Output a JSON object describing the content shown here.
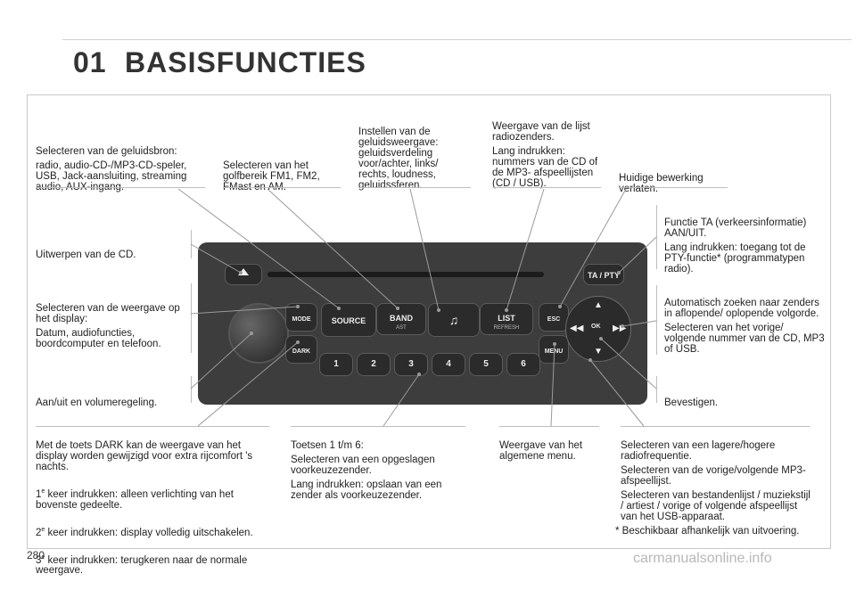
{
  "header": {
    "chapter": "01",
    "title": "BASISFUNCTIES"
  },
  "page_number": "280",
  "footnote": "* Beschikbaar afhankelijk van uitvoering.",
  "watermark": "carmanualsonline.info",
  "callouts": {
    "source": {
      "p1": "Selecteren van de geluidsbron:",
      "p2": "radio, audio-CD-/MP3-CD-speler, USB, Jack-aansluiting, streaming audio, AUX-ingang."
    },
    "band": {
      "p1": "Selecteren van het golfbereik FM1, FM2, FMast en AM."
    },
    "sound": {
      "p1": "Instellen van de geluidsweergave: geluidsverdeling voor/achter, links/ rechts, loudness, geluidssferen."
    },
    "list": {
      "p1": "Weergave van de lijst radiozenders.",
      "p2": "Lang indrukken: nummers van de CD of de MP3- afspeellijsten (CD / USB)."
    },
    "esc": {
      "p1": "Huidige bewerking verlaten."
    },
    "ta": {
      "p1": "Functie TA (verkeersinformatie) AAN/UIT.",
      "p2": "Lang indrukken: toegang tot de PTY-functie* (programmatypen radio)."
    },
    "eject": {
      "p1": "Uitwerpen van de CD."
    },
    "mode": {
      "p1": "Selecteren van de weergave op het display:",
      "p2": "Datum, audiofuncties, boordcomputer en telefoon."
    },
    "search": {
      "p1": "Automatisch zoeken naar zenders in aflopende/ oplopende volgorde.",
      "p2": "Selecteren van het vorige/ volgende nummer van de CD, MP3 of USB."
    },
    "power": {
      "p1": "Aan/uit en volumeregeling."
    },
    "ok": {
      "p1": "Bevestigen."
    },
    "dark": {
      "p1": "Met de toets DARK kan de weergave van het display worden gewijzigd voor extra rijcomfort 's nachts.",
      "p2a": "1",
      "p2b": "e",
      "p2c": " keer indrukken: alleen verlichting van het bovenste gedeelte.",
      "p3a": "2",
      "p3b": "e",
      "p3c": " keer indrukken: display volledig uitschakelen.",
      "p4a": "3",
      "p4b": "e",
      "p4c": " keer indrukken: terugkeren naar de normale weergave."
    },
    "presets": {
      "p1": "Toetsen 1 t/m 6:",
      "p2": "Selecteren van een opgeslagen voorkeuzezender.",
      "p3": "Lang indrukken: opslaan van een zender als voorkeuzezender."
    },
    "menu": {
      "p1": "Weergave van het algemene menu."
    },
    "freq": {
      "p1": "Selecteren van een lagere/hogere radiofrequentie.",
      "p2": "Selecteren van de vorige/volgende MP3-afspeellijst.",
      "p3": "Selecteren van bestandenlijst / muziekstijl / artiest / vorige of volgende afspeellijst van het USB-apparaat."
    }
  },
  "radio": {
    "source": "SOURCE",
    "band": "BAND",
    "band_sub": "AST",
    "list": "LIST",
    "list_sub": "REFRESH",
    "ta": "TA / PTY",
    "mode": "MODE",
    "dark": "DARK",
    "esc": "ESC",
    "menu": "MENU",
    "ok": "OK",
    "presets": [
      "1",
      "2",
      "3",
      "4",
      "5",
      "6"
    ]
  }
}
